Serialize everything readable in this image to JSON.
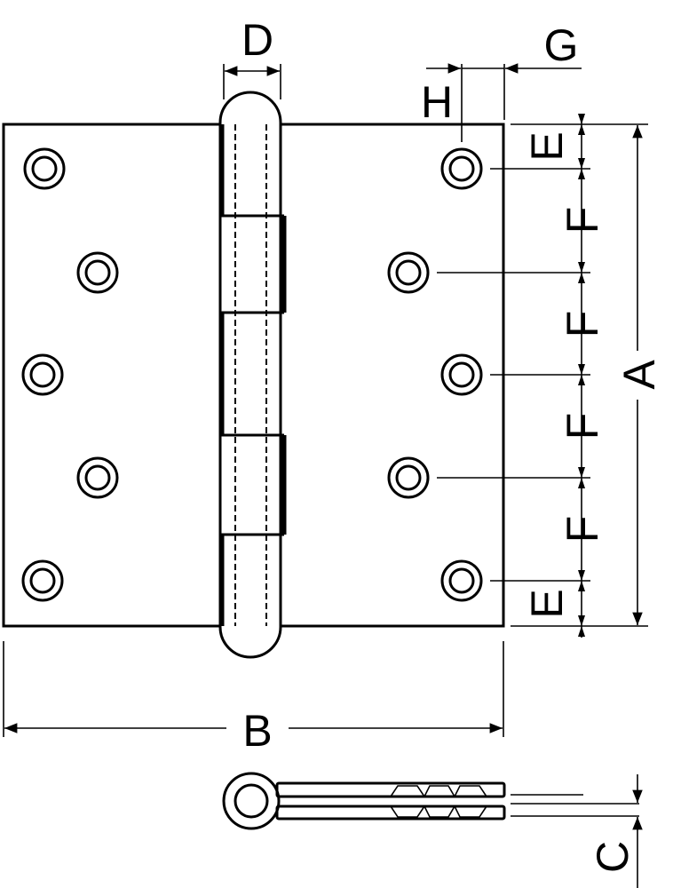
{
  "title": "Hinge dimension drawing",
  "labels": {
    "D": "D",
    "G": "G",
    "H": "H",
    "E_top": "E",
    "F1": "F",
    "F2": "F",
    "F3": "F",
    "F4": "F",
    "E_bottom": "E",
    "A": "A",
    "B": "B",
    "C": "C"
  },
  "colors": {
    "line": "#000000",
    "background": "#ffffff"
  }
}
